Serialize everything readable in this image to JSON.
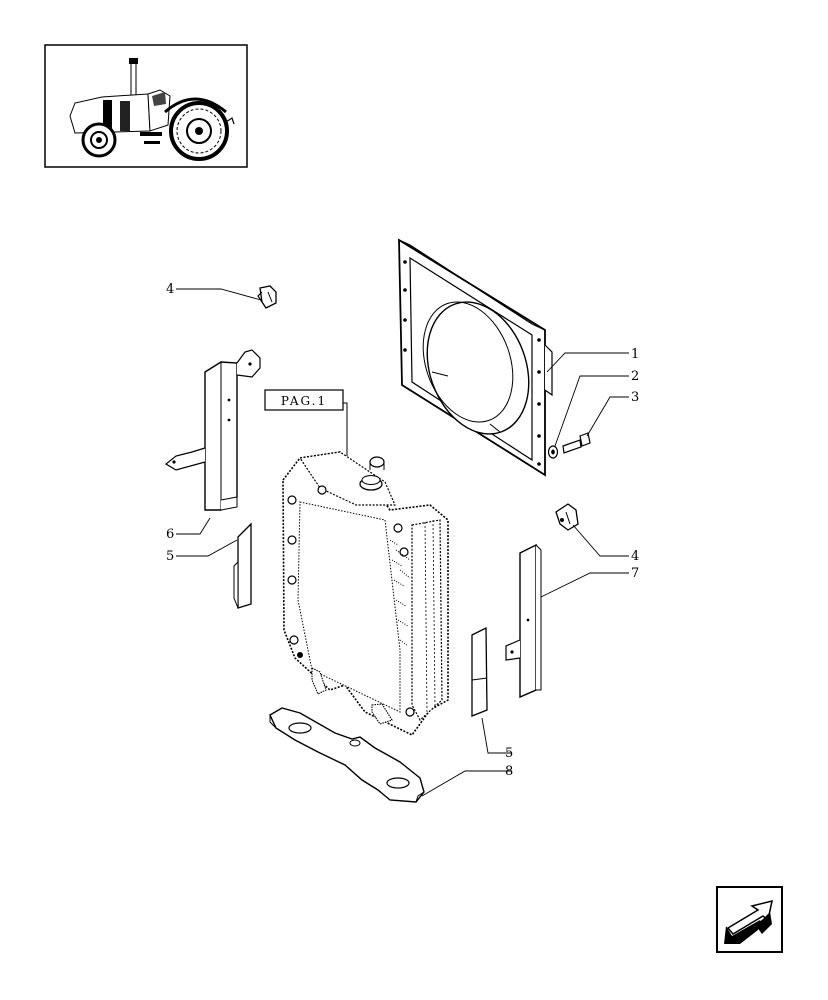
{
  "diagram": {
    "reference_box": {
      "label": "PAG.1"
    },
    "callouts": [
      {
        "id": "c4a",
        "number": "4"
      },
      {
        "id": "c1",
        "number": "1"
      },
      {
        "id": "c2",
        "number": "2"
      },
      {
        "id": "c3",
        "number": "3"
      },
      {
        "id": "c6",
        "number": "6"
      },
      {
        "id": "c5a",
        "number": "5"
      },
      {
        "id": "c4b",
        "number": "4"
      },
      {
        "id": "c7",
        "number": "7"
      },
      {
        "id": "c5b",
        "number": "5"
      },
      {
        "id": "c8",
        "number": "8"
      }
    ],
    "parts": [
      "fan-shroud",
      "washer",
      "bolt",
      "clip",
      "radiator",
      "left-bracket",
      "right-bracket",
      "seal-strip",
      "lower-support"
    ],
    "thumbnail": {
      "subject": "tractor",
      "highlight_color": "#000000"
    },
    "nav_icon": "next-page-arrow-icon",
    "line_color": "#000000",
    "background_color": "#ffffff"
  }
}
